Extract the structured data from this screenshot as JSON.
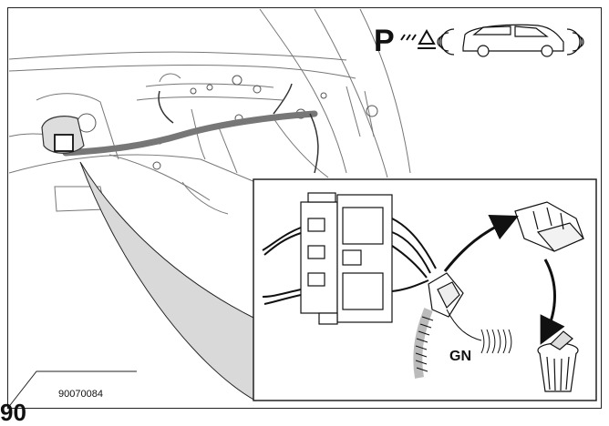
{
  "figure": {
    "wire_color_label": "GN",
    "figure_code": "90070084",
    "page_number_fragment": "90"
  },
  "icons": {
    "park_assist": "parking-sensor-symbol-icon",
    "car": "car-with-sensor-waves-icon",
    "trash": "waste-bin-icon"
  },
  "colors": {
    "line": "#222222",
    "zoom_fill": "#d9d9d9",
    "harness": "#777777"
  }
}
